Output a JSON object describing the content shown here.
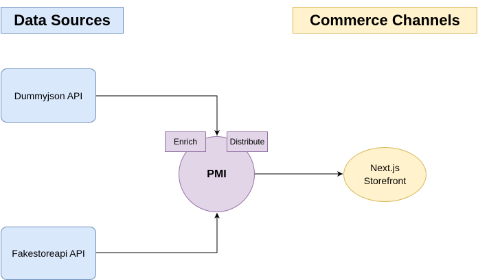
{
  "headers": {
    "sources": "Data Sources",
    "channels": "Commerce Channels"
  },
  "sources": {
    "dummyjson": "Dummyjson API",
    "fakestore": "Fakestoreapi API"
  },
  "hub": {
    "label": "PMI",
    "tags": {
      "enrich": "Enrich",
      "distribute": "Distribute"
    }
  },
  "channels": {
    "storefront": "Next.js\nStorefront"
  },
  "edges": [
    {
      "from": "Dummyjson API",
      "to": "PMI"
    },
    {
      "from": "Fakestoreapi API",
      "to": "PMI"
    },
    {
      "from": "PMI",
      "to": "Next.js Storefront"
    }
  ],
  "colors": {
    "blue_fill": "#dae8fc",
    "blue_stroke": "#6c8ebf",
    "yellow_fill": "#fff2cc",
    "yellow_stroke": "#d6b656",
    "purple_fill": "#e1d5e7",
    "purple_stroke": "#9673a6",
    "edge": "#000000"
  }
}
